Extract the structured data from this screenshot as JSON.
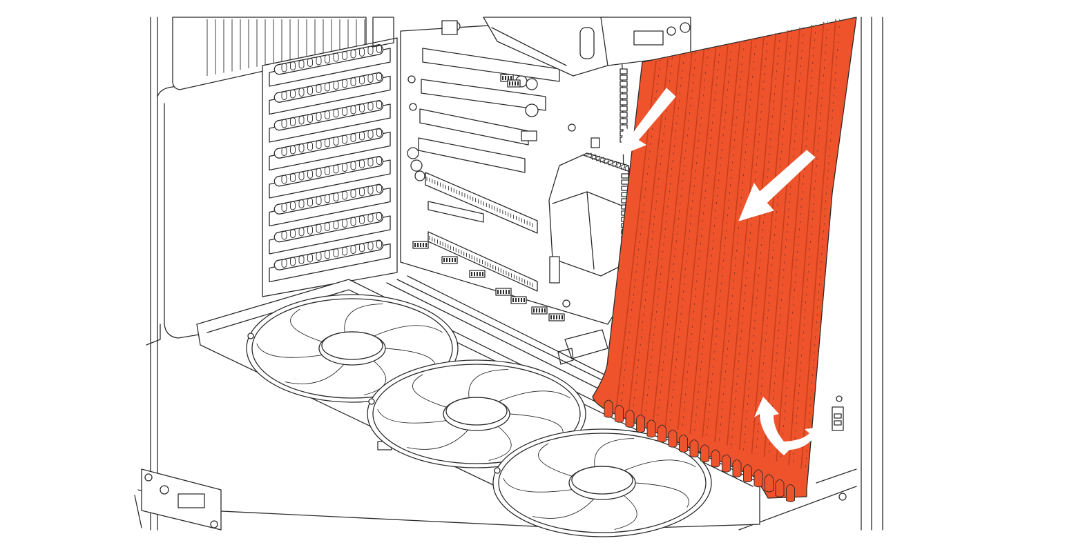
{
  "figure": {
    "type": "technical-line-illustration",
    "subject": "pc-case-interior-with-highlighted-panel",
    "colors": {
      "line": "#2a2a2a",
      "background": "#ffffff",
      "highlight": "#ef532c",
      "highlight_ridge": "#c63f1b",
      "arrow": "#ffffff"
    },
    "highlighted_part": "airflow-guide-panel",
    "fan_count": 3,
    "expansion_slot_count": 7,
    "arrows": [
      "diagonal-arrow",
      "diagonal-arrow",
      "curved-arrow"
    ]
  }
}
